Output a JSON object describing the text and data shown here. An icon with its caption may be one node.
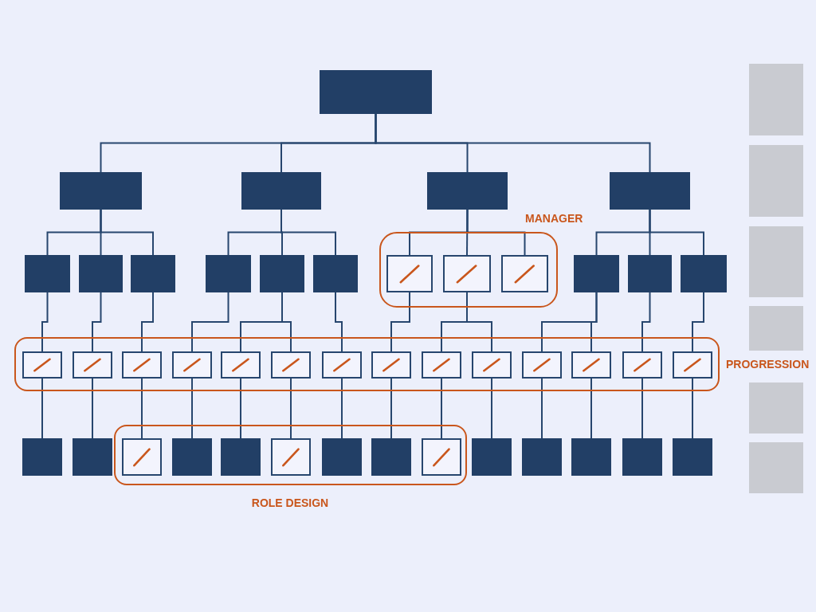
{
  "diagram": {
    "nodes": [
      {
        "text": [],
        "shape": "box"
      },
      {
        "text": [],
        "shape": "box"
      },
      {
        "text": [],
        "shape": "box"
      },
      {
        "text": [],
        "shape": "box"
      },
      {
        "text": [],
        "shape": "box"
      },
      {
        "text": [],
        "shape": "box"
      },
      {
        "text": [],
        "shape": "box"
      },
      {
        "text": [],
        "shape": "box"
      },
      {
        "text": [],
        "shape": "box"
      },
      {
        "text": [],
        "shape": "box"
      },
      {
        "text": [],
        "shape": "box"
      },
      {
        "text": [
          "MANAGER"
        ]
      },
      {
        "text": [],
        "shape": "placeholder",
        "in": 11
      },
      {
        "text": [],
        "shape": "placeholder",
        "in": 11
      },
      {
        "text": [],
        "shape": "placeholder",
        "in": 11
      },
      {
        "text": [],
        "shape": "box"
      },
      {
        "text": [],
        "shape": "box"
      },
      {
        "text": [],
        "shape": "box"
      },
      {
        "text": [
          "PROGRESSION"
        ]
      },
      {
        "text": [],
        "shape": "placeholder",
        "in": 18
      },
      {
        "text": [],
        "shape": "placeholder",
        "in": 18
      },
      {
        "text": [],
        "shape": "placeholder",
        "in": 18
      },
      {
        "text": [],
        "shape": "placeholder",
        "in": 18
      },
      {
        "text": [],
        "shape": "placeholder",
        "in": 18
      },
      {
        "text": [],
        "shape": "placeholder",
        "in": 18
      },
      {
        "text": [],
        "shape": "placeholder",
        "in": 18
      },
      {
        "text": [],
        "shape": "placeholder",
        "in": 18
      },
      {
        "text": [],
        "shape": "placeholder",
        "in": 18
      },
      {
        "text": [],
        "shape": "placeholder",
        "in": 18
      },
      {
        "text": [],
        "shape": "placeholder",
        "in": 18
      },
      {
        "text": [],
        "shape": "placeholder",
        "in": 18
      },
      {
        "text": [],
        "shape": "placeholder",
        "in": 18
      },
      {
        "text": [],
        "shape": "placeholder",
        "in": 18
      },
      {
        "text": [],
        "shape": "box"
      },
      {
        "text": [],
        "shape": "box"
      },
      {
        "text": [
          "ROLE DESIGN"
        ]
      },
      {
        "text": [],
        "shape": "placeholder",
        "in": 35
      },
      {
        "text": [],
        "shape": "box",
        "in": 35
      },
      {
        "text": [],
        "shape": "box",
        "in": 35
      },
      {
        "text": [],
        "shape": "placeholder",
        "in": 35
      },
      {
        "text": [],
        "shape": "box",
        "in": 35
      },
      {
        "text": [],
        "shape": "box",
        "in": 35
      },
      {
        "text": [],
        "shape": "placeholder",
        "in": 35
      },
      {
        "text": [],
        "shape": "box"
      },
      {
        "text": [],
        "shape": "box"
      },
      {
        "text": [],
        "shape": "box"
      },
      {
        "text": [],
        "shape": "box"
      },
      {
        "text": [],
        "shape": "box"
      },
      {
        "text": [],
        "shape": "panel"
      },
      {
        "text": [],
        "shape": "panel"
      },
      {
        "text": [],
        "shape": "panel"
      },
      {
        "text": [],
        "shape": "panel"
      },
      {
        "text": [],
        "shape": "panel"
      },
      {
        "text": [],
        "shape": "panel"
      }
    ],
    "edges": [
      {
        "from": 0,
        "to": 1,
        "arrow": "none"
      },
      {
        "from": 0,
        "to": 2,
        "arrow": "none"
      },
      {
        "from": 0,
        "to": 3,
        "arrow": "none"
      },
      {
        "from": 0,
        "to": 4,
        "arrow": "none"
      },
      {
        "from": 1,
        "to": 5,
        "arrow": "none"
      },
      {
        "from": 1,
        "to": 6,
        "arrow": "none"
      },
      {
        "from": 1,
        "to": 7,
        "arrow": "none"
      },
      {
        "from": 2,
        "to": 8,
        "arrow": "none"
      },
      {
        "from": 2,
        "to": 9,
        "arrow": "none"
      },
      {
        "from": 2,
        "to": 10,
        "arrow": "none"
      },
      {
        "from": 3,
        "to": 12,
        "arrow": "none"
      },
      {
        "from": 3,
        "to": 13,
        "arrow": "none"
      },
      {
        "from": 3,
        "to": 14,
        "arrow": "none"
      },
      {
        "from": 4,
        "to": 15,
        "arrow": "none"
      },
      {
        "from": 4,
        "to": 16,
        "arrow": "none"
      },
      {
        "from": 4,
        "to": 17,
        "arrow": "none"
      },
      {
        "from": 5,
        "to": 19,
        "arrow": "none"
      },
      {
        "from": 6,
        "to": 20,
        "arrow": "none"
      },
      {
        "from": 7,
        "to": 21,
        "arrow": "none"
      },
      {
        "from": 8,
        "to": 22,
        "arrow": "none"
      },
      {
        "from": 9,
        "to": 23,
        "arrow": "none"
      },
      {
        "from": 9,
        "to": 24,
        "arrow": "none"
      },
      {
        "from": 10,
        "to": 25,
        "arrow": "none"
      },
      {
        "from": 12,
        "to": 26,
        "arrow": "none"
      },
      {
        "from": 13,
        "to": 27,
        "arrow": "none"
      },
      {
        "from": 13,
        "to": 28,
        "arrow": "none"
      },
      {
        "from": 15,
        "to": 29,
        "arrow": "none"
      },
      {
        "from": 15,
        "to": 30,
        "arrow": "none"
      },
      {
        "from": 16,
        "to": 31,
        "arrow": "none"
      },
      {
        "from": 17,
        "to": 32,
        "arrow": "none"
      },
      {
        "from": 19,
        "to": 33,
        "arrow": "none"
      },
      {
        "from": 20,
        "to": 34,
        "arrow": "none"
      },
      {
        "from": 21,
        "to": 36,
        "arrow": "none"
      },
      {
        "from": 22,
        "to": 37,
        "arrow": "none"
      },
      {
        "from": 23,
        "to": 38,
        "arrow": "none"
      },
      {
        "from": 24,
        "to": 39,
        "arrow": "none"
      },
      {
        "from": 25,
        "to": 40,
        "arrow": "none"
      },
      {
        "from": 26,
        "to": 41,
        "arrow": "none"
      },
      {
        "from": 27,
        "to": 42,
        "arrow": "none"
      },
      {
        "from": 28,
        "to": 43,
        "arrow": "none"
      },
      {
        "from": 29,
        "to": 44,
        "arrow": "none"
      },
      {
        "from": 30,
        "to": 45,
        "arrow": "none"
      },
      {
        "from": 31,
        "to": 46,
        "arrow": "none"
      },
      {
        "from": 32,
        "to": 47,
        "arrow": "none"
      }
    ]
  }
}
